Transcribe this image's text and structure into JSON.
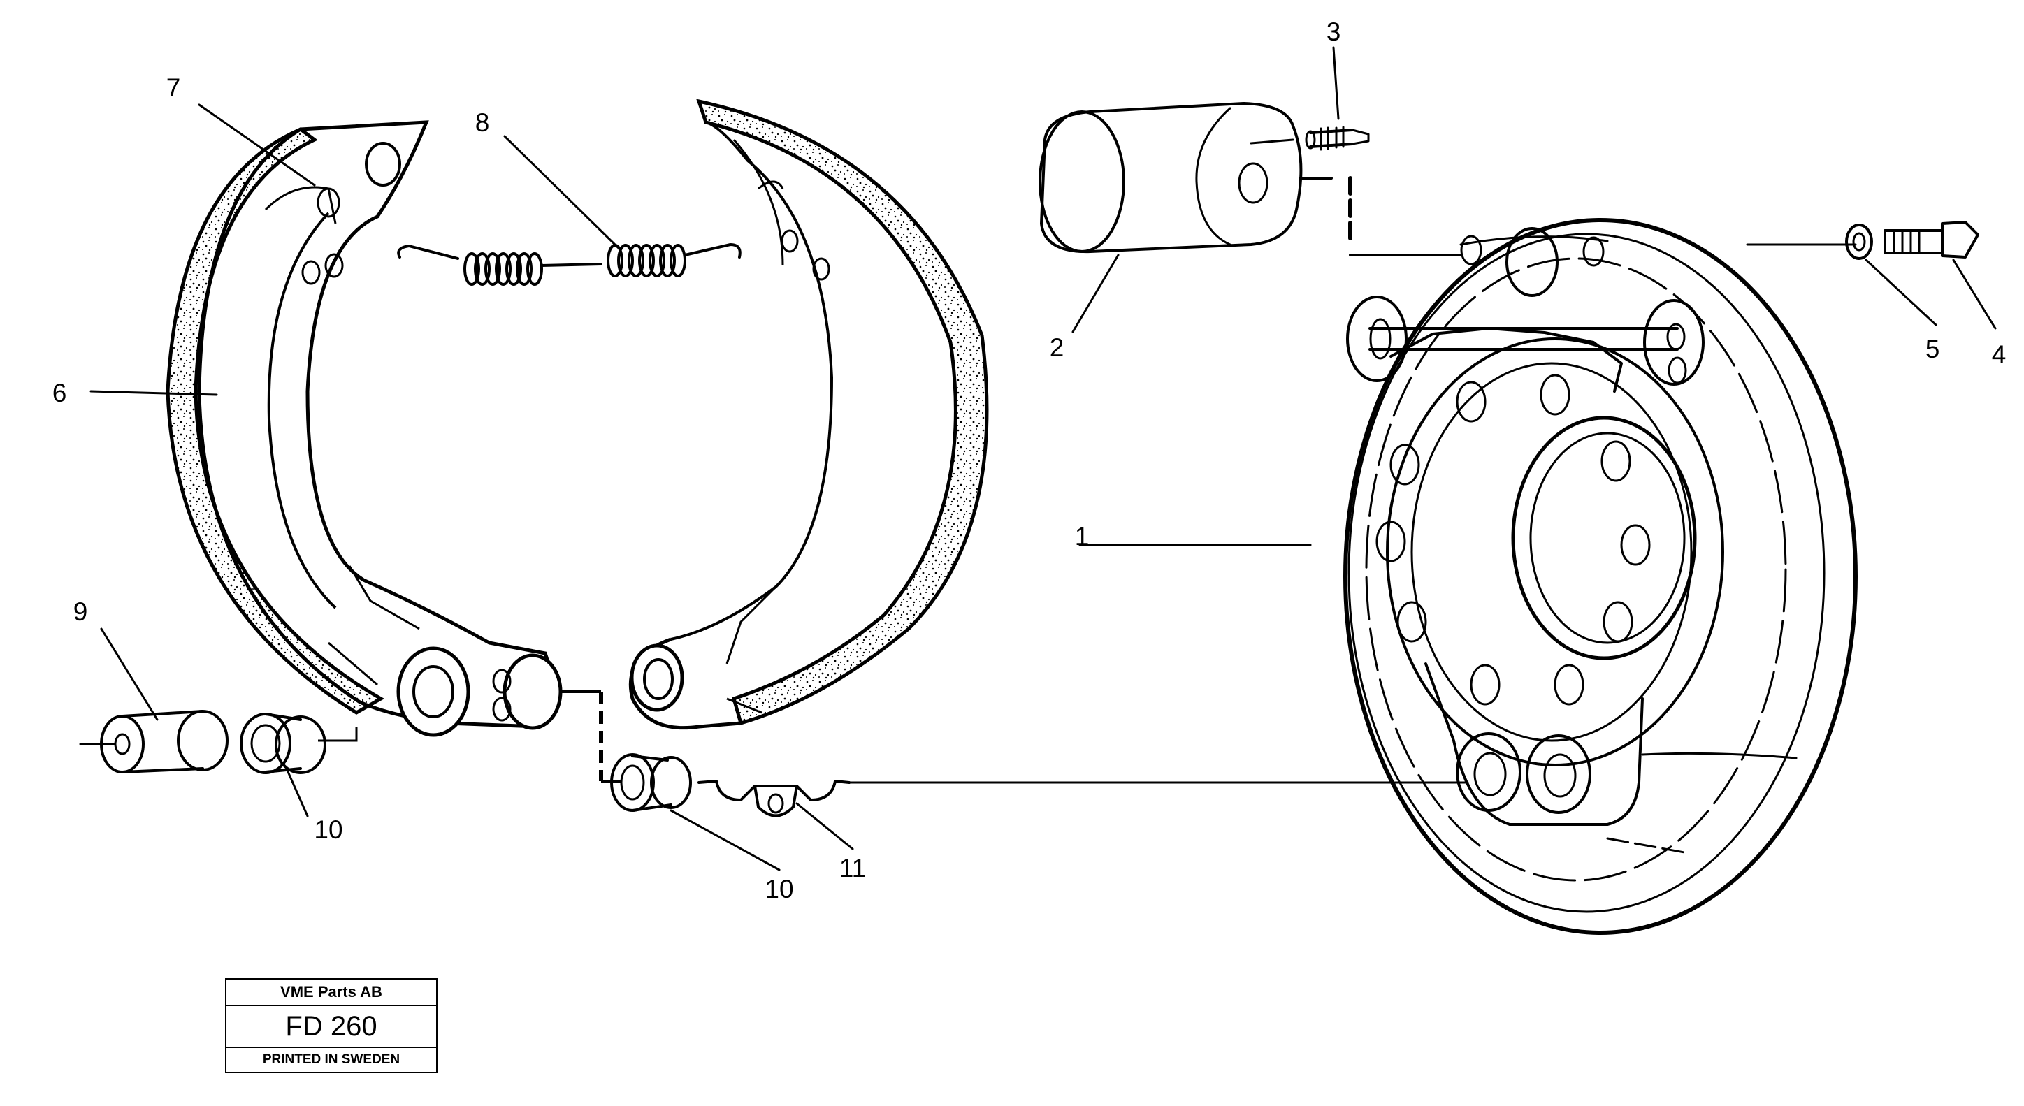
{
  "callouts": {
    "c1": "1",
    "c2": "2",
    "c3": "3",
    "c4": "4",
    "c5": "5",
    "c6": "6",
    "c7": "7",
    "c8": "8",
    "c9": "9",
    "c10a": "10",
    "c10b": "10",
    "c11": "11"
  },
  "title_block": {
    "company": "VME Parts AB",
    "drawing_number": "FD 260",
    "printed": "PRINTED IN SWEDEN"
  }
}
